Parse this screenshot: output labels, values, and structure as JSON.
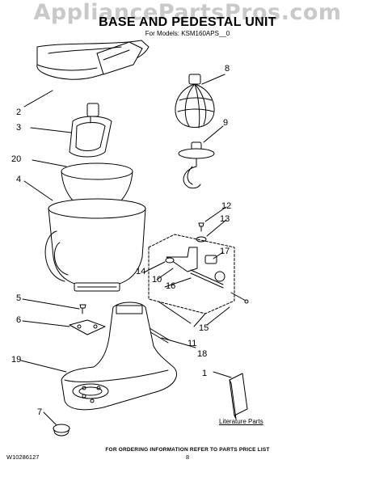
{
  "watermark": "AppliancePartsPros.com",
  "title": "BASE AND PEDESTAL UNIT",
  "subtitle": "For Models: KSM160APS__0",
  "callouts": [
    "1",
    "2",
    "3",
    "4",
    "5",
    "6",
    "7",
    "8",
    "9",
    "10",
    "11",
    "12",
    "13",
    "14",
    "15",
    "16",
    "17",
    "18",
    "19",
    "20"
  ],
  "literature_label": "Literature Parts",
  "footer": "FOR ORDERING INFORMATION REFER TO PARTS PRICE LIST",
  "doc_number": "W10286127",
  "page_number": "8"
}
